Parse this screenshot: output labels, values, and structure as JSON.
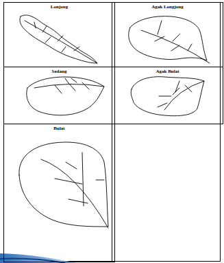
{
  "diagram": {
    "nodes": [
      {
        "text": [
          "Lonjong"
        ]
      },
      {
        "text": [
          "Agak Longjong"
        ]
      },
      {
        "text": [
          "Sedang"
        ]
      },
      {
        "text": [
          "Agak Bulat"
        ]
      },
      {
        "text": [
          "Bulat"
        ]
      }
    ]
  }
}
